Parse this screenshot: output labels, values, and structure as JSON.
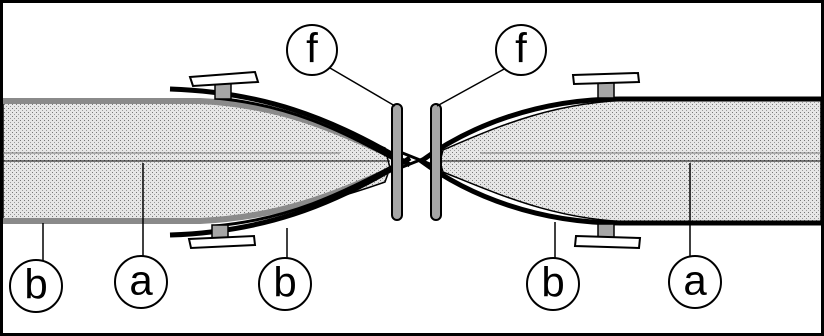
{
  "labels": {
    "top_left_f": "f",
    "top_right_f": "f",
    "bottom_left_b": "b",
    "bottom_left_a": "a",
    "bottom_mid_b": "b",
    "bottom_right_b": "b",
    "bottom_right_a": "a"
  },
  "colors": {
    "outline": "#000000",
    "gray_layer": "#8a8a8a",
    "clamp_gray": "#a6a6a6",
    "core_fill": "#d8d8d8",
    "background": "#ffffff"
  }
}
